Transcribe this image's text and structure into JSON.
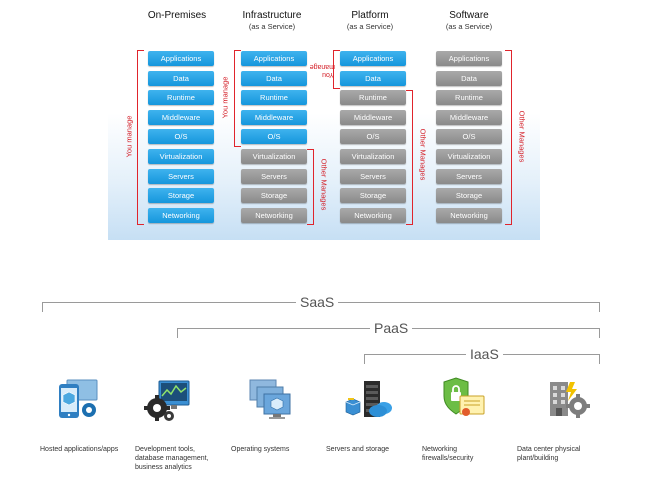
{
  "columns": [
    {
      "title": "On-Premises",
      "subtitle": ""
    },
    {
      "title": "Infrastructure",
      "subtitle": "(as a Service)"
    },
    {
      "title": "Platform",
      "subtitle": "(as a Service)"
    },
    {
      "title": "Software",
      "subtitle": "(as a Service)"
    }
  ],
  "layers": [
    "Applications",
    "Data",
    "Runtime",
    "Middleware",
    "O/S",
    "Virtualization",
    "Servers",
    "Storage",
    "Networking"
  ],
  "labels": {
    "you_manage": "You manage",
    "other_manages": "Other Manages"
  },
  "colors": {
    "managed_by_you": "#1596dc",
    "managed_by_other": "#8a8a8a",
    "bracket": "#e0242c"
  },
  "tiers": {
    "saas": "SaaS",
    "paas": "PaaS",
    "iaas": "IaaS"
  },
  "icons": [
    {
      "name": "hosted-apps-icon",
      "caption": "Hosted applications/apps"
    },
    {
      "name": "dev-tools-icon",
      "caption": "Development tools, database management, business analytics"
    },
    {
      "name": "operating-systems-icon",
      "caption": "Operating systems"
    },
    {
      "name": "servers-storage-icon",
      "caption": "Servers and storage"
    },
    {
      "name": "networking-security-icon",
      "caption": "Networking firewalls/security"
    },
    {
      "name": "datacenter-icon",
      "caption": "Data center physical plant/building"
    }
  ]
}
